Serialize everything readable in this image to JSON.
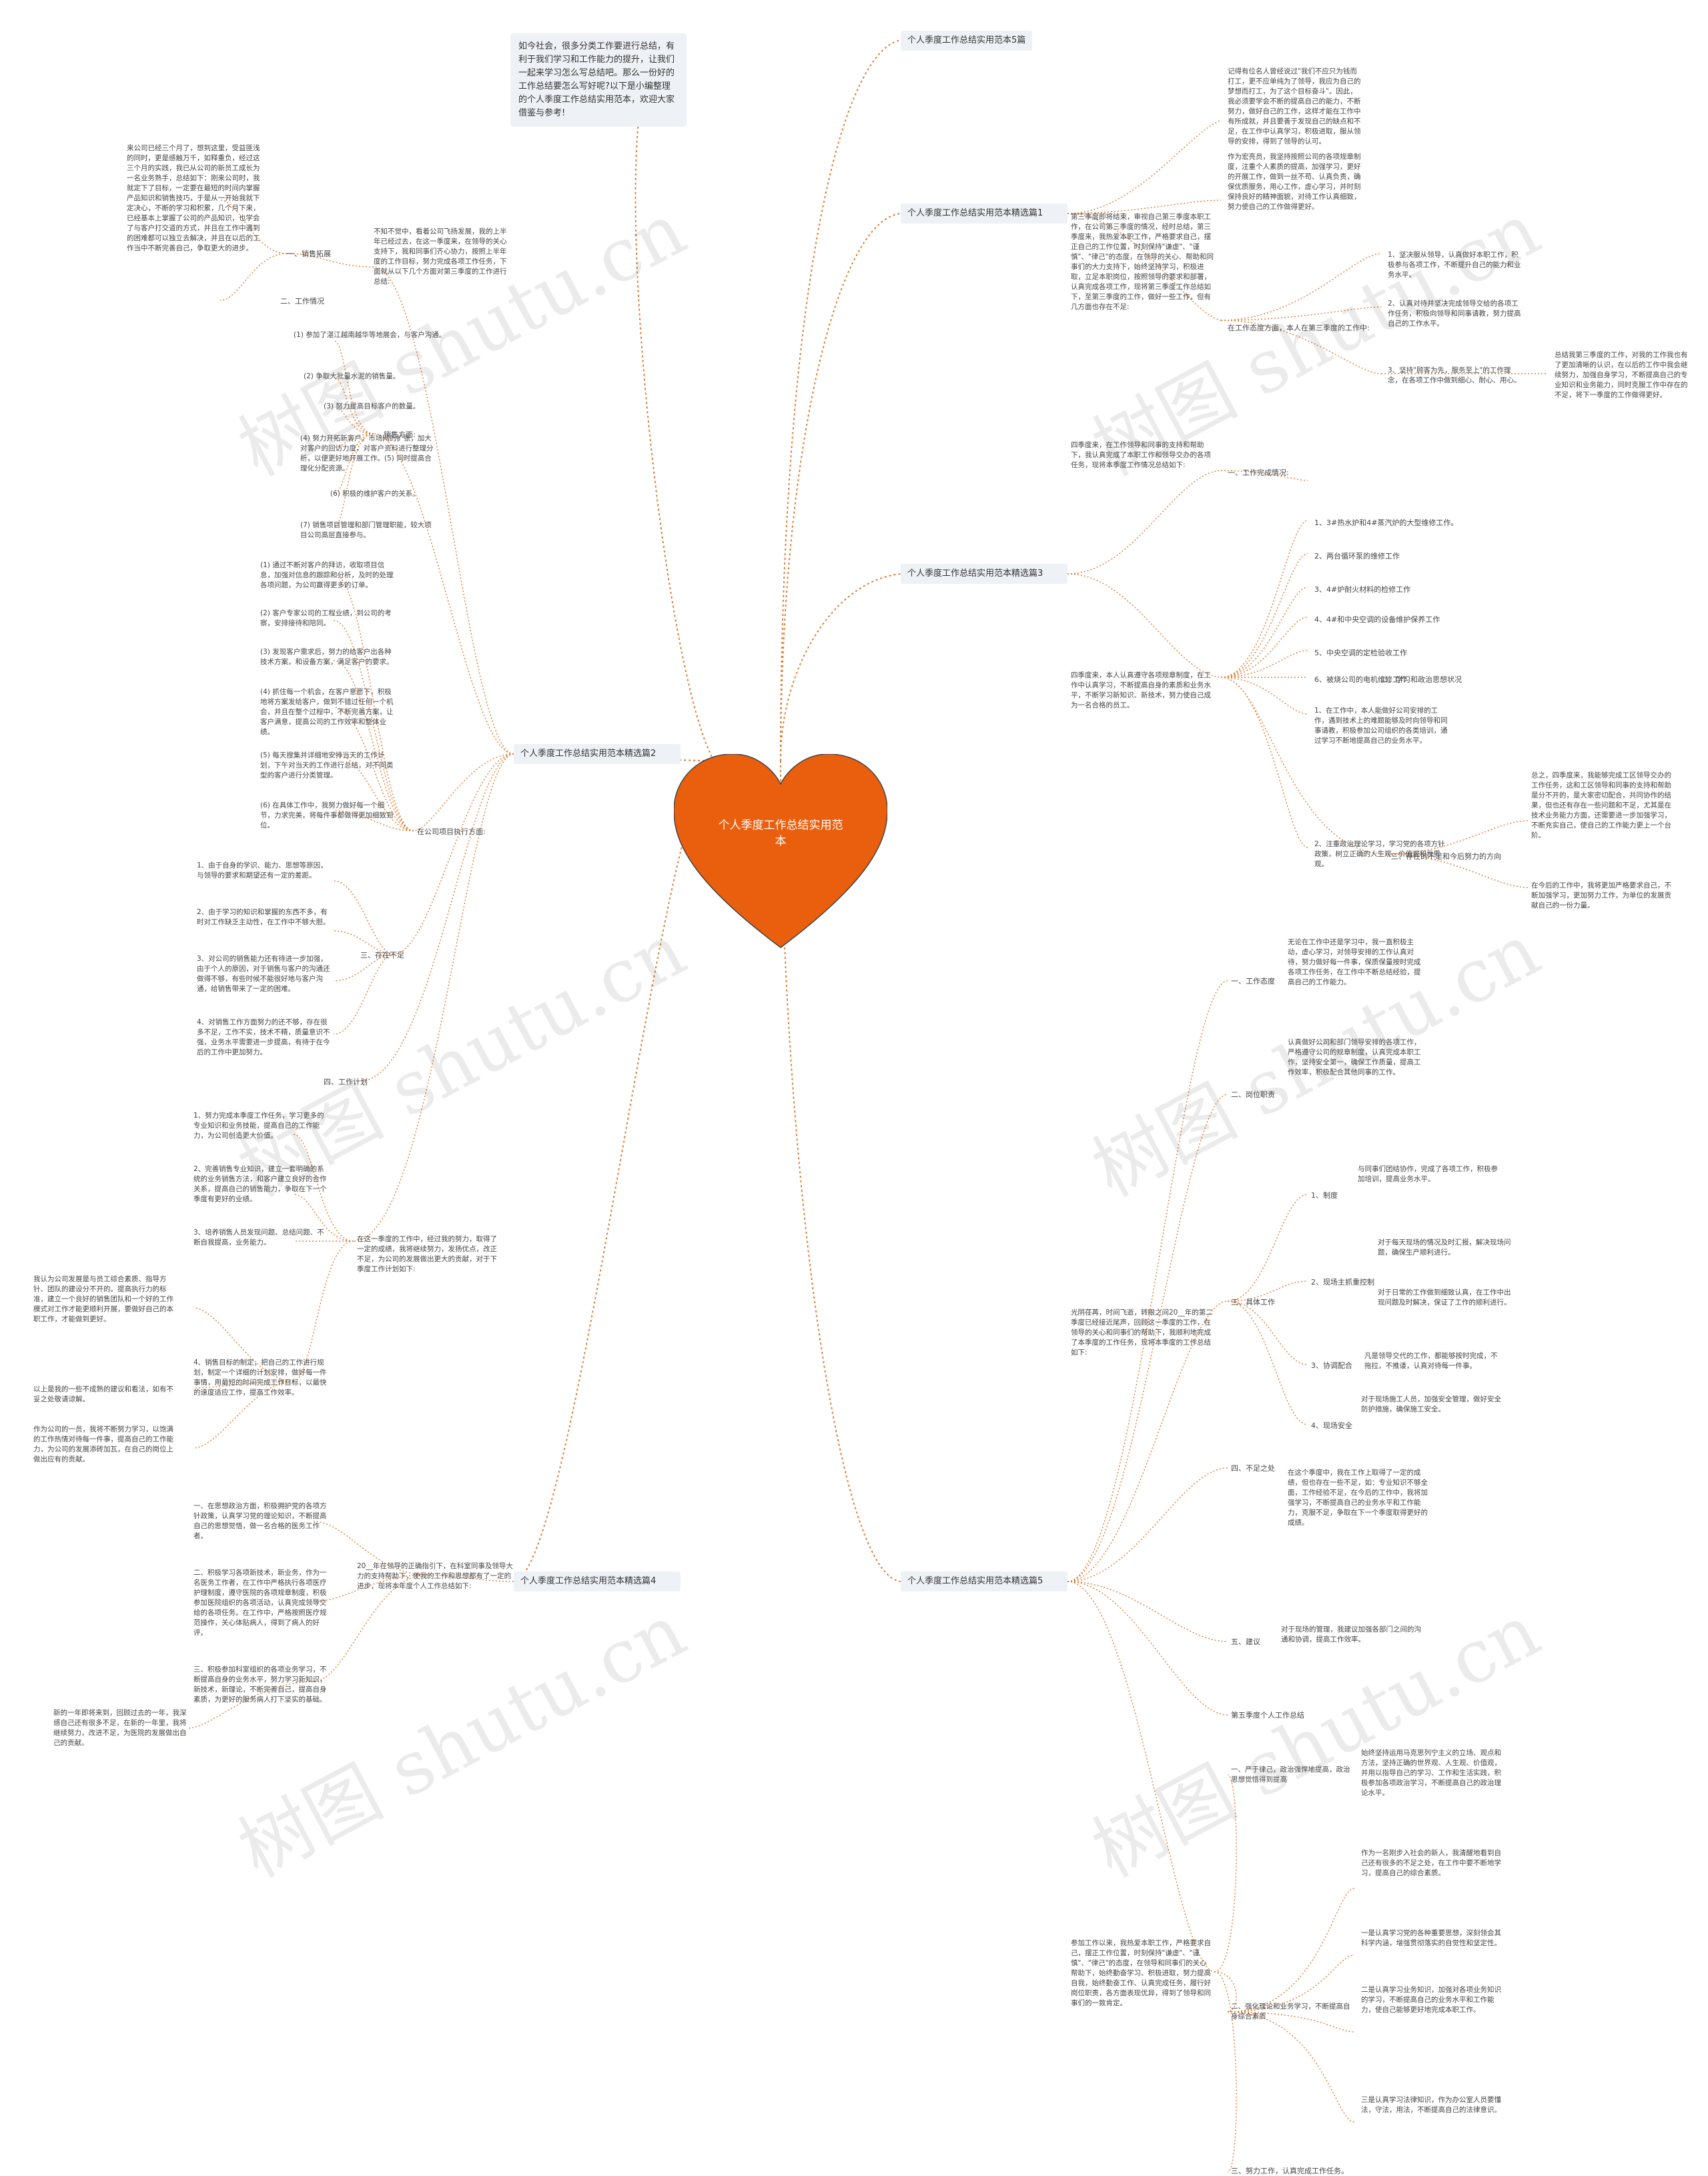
{
  "center": "个人季度工作总结实用范本",
  "intro": "如今社会，很多分类工作要进行总结，有利于我们学习和工作能力的提升，让我们一起来学习怎么写总结吧。那么一份好的工作总结要怎么写好呢?以下是小编整理的个人季度工作总结实用范本，欢迎大家借鉴与参考!",
  "watermark": "树图 shutu.cn",
  "topics": {
    "t1": "个人季度工作总结实用范本5篇",
    "t2": "个人季度工作总结实用范本精选篇1",
    "t3": "个人季度工作总结实用范本精选篇2",
    "t4": "个人季度工作总结实用范本精选篇3",
    "t5": "个人季度工作总结实用范本精选篇4",
    "t6": "个人季度工作总结实用范本精选篇5"
  },
  "p1": {
    "intro": "第三季度即将结束，审视自己第三季度本职工作，在公司第三季度的情况，经时总结，第三季度来，我热爱本职工作，严格要求自己，摆正自己的工作位置，时刻保持\"谦虚\"、\"谨慎\"、\"律己\"的态度，在领导的关心、帮助和同事们的大力支持下，始终坚持学习，积极进取，立足本职岗位，按照领导的要求和部署，认真完成各项工作，现将第三季度工作总结如下，至第三季度的工作，做好一些工作，但有几方面也存在不足:",
    "n1": "记得有位名人曾经说过\"我们不应只为钱而打工，更不应单纯为了领导，我应为自己的梦想而打工，为了这个目标奋斗\"。因此，我必须要学会不断的提高自己的能力，不断努力，做好自己的工作，这样才能在工作中有所成就，并且要善于发现自己的缺点和不足，在工作中认真学习，积极进取，服从领导的安排，得到了领导的认可。",
    "n2": "作为宏亮员，我坚持按照公司的各项规章制度，注重个人素质的提高，加强学习，更好的开展工作，做到一丝不苟、认真负责，确保优质服务，用心工作，虚心学习，并时刻保持良好的精神面貌，对待工作认真细致，努力使自己的工作做得更好。",
    "n3_label": "在工作态度方面，本人在第三季度的工作中:",
    "n3_1": "1、坚决服从领导，认真做好本职工作，积极参与各项工作，不断提升自己的能力和业务水平。",
    "n3_2": "2、认真对待并坚决完成领导交给的各项工作任务，积极向领导和同事请教，努力提高自己的工作水平。",
    "n3_3": "3、坚持\"顾客为先，服务至上\"的工作理念，在各项工作中做到细心、耐心、用心。",
    "n4": "总结我第三季度的工作，对我的工作我也有了更加清晰的认识，在以后的工作中我会继续努力，加强自身学习，不断提高自己的专业知识和业务能力，同时克服工作中存在的不足，将下一季度的工作做得更好。"
  },
  "p2": {
    "label_done": "一、工作完成情况:",
    "done_intro": "四季度来，在工作领导和同事的支持和帮助下，我认真完成了本职工作和领导交办的各项任务，现将本季度工作情况总结如下:",
    "d1": "1、3#热水炉和4#蒸汽炉的大型维修工作。",
    "d2": "2、两台循环泵的维修工作",
    "d3": "3、4#炉耐火材料的检修工作",
    "d4": "4、4#和中央空调的设备维护保养工作",
    "d5": "5、中央空调的定检验收工作",
    "d6": "6、被烧公司的电机维修工作",
    "study_label": "二、学习和政治思想状况",
    "study_intro": "四季度来，本人认真遵守各项规章制度，在工作中认真学习，不断提高自身的素质和业务水平，不断学习新知识、新技术，努力使自己成为一名合格的员工。",
    "study_1": "1、在工作中，本人能做好公司安排的工作，遇到技术上的难题能够及时向领导和同事请教，积极参加公司组织的各类培训，通过学习不断地提高自己的业务水平。",
    "study_2": "2、注重政治理论学习，学习党的各项方针政策，树立正确的人生观、价值观和世界观。",
    "weak_label": "三、存在的不足和今后努力的方向",
    "weak_1": "总之，四季度来，我能够完成工区领导交办的工作任务，这和工区领导和同事的支持和帮助是分不开的，是大家密切配合，共同协作的结果，但也还有存在一些问题和不足，尤其是在技术业务能力方面，还需要进一步加强学习，不断充实自己，使自己的工作能力更上一个台阶。",
    "weak_2": "在今后的工作中，我将更加严格要求自己，不断加强学习，更加努力工作，为单位的发展贡献自己的一份力量。"
  },
  "p3": {
    "summary": "不知不觉中，看着公司飞扬发展，我的上半年已经过去，在这一季度来，在领导的关心支持下，我和同事们齐心协力，按照上半年度的工作目标，努力完成各项工作任务，下面就从以下几个方面对第三季度的工作进行总结:",
    "s1_label": "一、销售拓展",
    "s1_text": "来公司已经三个月了，想到这里，受益匪浅的同时，更是感触万千，如释重负，经过这三个月的实践，我已从公司的新员工成长为一名业务熟手，总结如下：刚来公司时，我就定下了目标，一定要在最短的时间内掌握产品知识和销售技巧，于是从一开始我就下定决心，不断的学习和积累，几个月下来，已经基本上掌握了公司的产品知识，也学会了与客户打交道的方式，并且在工作中遇到的困难都可以独立去解决，并且在以后的工作当中不断完善自己，争取更大的进步。",
    "s2_label": "二、工作情况",
    "sales_label": "销售方面:",
    "sales": [
      "(1) 参加了湛江越南越华等地展会，与客户沟通。",
      "(2) 争取大批量水泥的销售量。",
      "(3) 努力提高目标客户的数量。",
      "(4) 努力开拓新客户，市场网的扩张，加大对客户的回访力度，对客户资料进行整理分析，以便更好地开展工作。(5) 同时提高合理化分配资源。",
      "(6) 积极的维护客户的关系。",
      "(7) 销售项目管理和部门管理职能，较大项目公司高层直接参与。"
    ],
    "plan_label": "在公司项目执行方面:",
    "plan": [
      "(1) 通过不断对客户的拜访，收取项目信息，加强对信息的跟踪和分析，及时的处理各项问题，为公司赢得更多的订单。",
      "(2) 客户专家公司的工程业绩，到公司的考察，安排接待和陪同。",
      "(3) 发现客户需求后，努力的给客户出各种技术方案，和设备方案，满足客户的要求。",
      "(4) 抓住每一个机会，在客户意愿下，积极地将方案发给客户，做到不错过任何一个机会，并且在整个过程中，不断完善方案，让客户满意，提高公司的工作效率和整体业绩。",
      "(5) 每天搜集并详细地安排当天的工作计划，下午对当天的工作进行总结，对不同类型的客户进行分类管理。",
      "(6) 在具体工作中，我努力做好每一个细节，力求完美，将每件事都做得更加细致到位。"
    ],
    "lack_label": "三、存在不足",
    "lack": [
      "1、由于自身的学识、能力、思想等原因，与领导的要求和期望还有一定的差距。",
      "2、由于学习的知识和掌握的东西不多，有时对工作缺乏主动性，在工作中不够大胆。",
      "3、对公司的销售能力还有待进一步加强，由于个人的原因，对于销售与客户的沟通还做得不够，有些时候不能很好地与客户沟通，给销售带来了一定的困难。",
      "4、对销售工作方面努力的还不够，存在很多不足，工作不实，技术不精，质量意识不强，业务水平需要进一步提高，有待于在今后的工作中更加努力。"
    ],
    "next_label": "四、工作计划",
    "next_intro": "在这一季度的工作中，经过我的努力，取得了一定的成绩，我将继续努力，发扬优点，改正不足，为公司的发展做出更大的贡献，对于下季度工作计划如下:",
    "next": [
      "1、努力完成本季度工作任务，学习更多的专业知识和业务技能，提高自己的工作能力，为公司创造更大价值。",
      "2、完善销售专业知识，建立一套明确的系统的业务销售方法，和客户建立良好的合作关系，提高自己的销售能力，争取在下一个季度有更好的业绩。",
      "3、培养销售人员发现问题、总结问题、不断自我提高，业务能力。",
      "4、销售目标的制定，把自己的工作进行规划，制定一个详细的计划安排，做好每一件事情，用最短的时间完成工作目标，以最快的速度适应工作，提高工作效率。"
    ],
    "left_notes": [
      "我认为公司发展是与员工综合素质、指导方针、团队的建设分不开的。提高执行力的标准，建立一个良好的销售团队和一个好的工作模式对工作才能更顺利开展，要做好自己的本职工作，才能做到更好。",
      "以上是我的一些不成熟的建议和看法，如有不妥之处敬请谅解。",
      "作为公司的一员，我将不断努力学习，以饱满的工作热情对待每一件事，提高自己的工作能力，为公司的发展添砖加瓦，在自己的岗位上做出应有的贡献。"
    ]
  },
  "p4": {
    "summary": "20__年在领导的正确指引下，在科室同事及领导大力的支持帮助下，使我的工作和思想都有了一定的进步，现将本年度个人工作总结如下:",
    "items": [
      "一、在思想政治方面，积极拥护党的各项方针政策，认真学习党的理论知识，不断提高自己的思想觉悟，做一名合格的医务工作者。",
      "二、积极学习各项新技术，新业务，作为一名医务工作者，在工作中严格执行各项医疗护理制度，遵守医院的各项规章制度，积极参加医院组织的各项活动，认真完成领导交给的各项任务。在工作中，严格按照医疗规范操作，关心体贴病人，得到了病人的好评。",
      "三、积极参加科室组织的各项业务学习，不断提高自身的业务水平，努力学习新知识，新技术，新理论，不断完善自己，提高自身素质，为更好的服务病人打下坚实的基础。"
    ],
    "tail": "新的一年即将来到，回顾过去的一年，我深感自己还有很多不足，在新的一年里，我将继续努力，改进不足，为医院的发展做出自己的贡献。"
  },
  "p5": {
    "summary": "光阴荏苒，时间飞逝，转眼之间20__年的第二季度已经接近尾声，回顾这一季度的工作，在领导的关心和同事们的帮助下，我顺利地完成了本季度的工作任务，现将本季度的工作总结如下:",
    "attitude_label": "一、工作态度",
    "attitude": "无论在工作中还是学习中，我一直积极主动，虚心学习，对领导安排的工作认真对待，努力做好每一件事，保质保量按时完成各项工作任务，在工作中不断总结经验，提高自己的工作能力。",
    "duty_label": "二、岗位职责",
    "duty": "认真做好公司和部门领导安排的各项工作，严格遵守公司的规章制度，认真完成本职工作，坚持安全第一，确保工作质量，提高工作效率，积极配合其他同事的工作。",
    "work_label": "三、具体工作",
    "work": [
      "与同事们团结协作，完成了各项工作，积极参加培训，提高业务水平。",
      "对于每天现场的情况及时汇报，解决现场问题，确保生产顺利进行。",
      "对于日常的工作做到细致认真，在工作中出现问题及时解决，保证了工作的顺利进行。",
      "凡是领导交代的工作，都能够按时完成，不拖拉，不推诿，认真对待每一件事。",
      "对于现场施工人员，加强安全管理，做好安全防护措施，确保施工安全。"
    ],
    "work_sub": [
      "1、制度",
      "2、现场主抓重控制",
      "3、协调配合",
      "4、现场安全"
    ],
    "lack_label": "四、不足之处",
    "lack": "在这个季度中，我在工作上取得了一定的成绩，但也存在一些不足，如：专业知识不够全面，工作经验不足，在今后的工作中，我将加强学习，不断提高自己的业务水平和工作能力，克服不足，争取在下一个季度取得更好的成绩。",
    "sug_label": "五、建议",
    "sug": "对于现场的管理，我建议加强各部门之间的沟通和协调，提高工作效率。",
    "end_label": "第五季度个人工作总结",
    "study_intro": "参加工作以来，我热爱本职工作，严格要求自己，摆正工作位置，时刻保持\"谦虚\"、\"谨慎\"、\"律己\"的态度，在领导和同事们的关心帮助下，始终勤奋学习、积极进取，努力提高自我，始终勤奋工作、认真完成任务，履行好岗位职责，各方面表现优异，得到了领导和同事们的一致肯定。",
    "s1_label": "一、严于律己，政治强悍地提高，政治思想觉悟得到提高",
    "s1": "始终坚持运用马克思列宁主义的立场、观点和方法，坚持正确的世界观、人生观、价值观，并用以指导自己的学习、工作和生活实践，积极参加各项政治学习，不断提高自己的政治理论水平。",
    "s2_label": "二、强化理论和业务学习，不断提高自身综合素质",
    "s2": [
      "作为一名刚步入社会的新人，我清醒地看到自己还有很多的不足之处，在工作中要不断地学习，提高自己的综合素质。",
      "一是认真学习党的各种重要思想，深刻领会其科学内涵，增强贯彻落实的自觉性和坚定性。",
      "二是认真学习业务知识，加强对各项业务知识的学习，不断提高自己的业务水平和工作能力，使自己能够更好地完成本职工作。",
      "三是认真学习法律知识，作为办公室人员要懂法，守法，用法，不断提高自己的法律意识。"
    ],
    "s3_label": "三、努力工作，认真完成工作任务。"
  }
}
